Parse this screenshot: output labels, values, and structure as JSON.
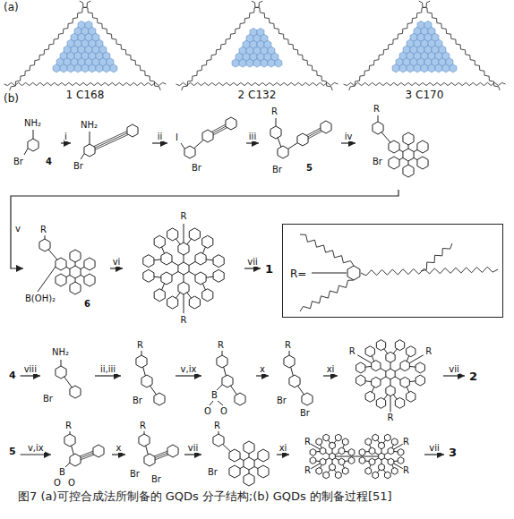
{
  "diagram": {
    "caption": "图7 (a)可控合成法所制备的 GQDs 分子结构;(b) GQDs 的制备过程[51]",
    "nodes": [
      {
        "text": [
          "1 C168"
        ]
      },
      {
        "text": [
          "2 C132"
        ]
      },
      {
        "text": [
          "3 C170"
        ]
      },
      {
        "text": [
          "NH₂",
          "Br",
          "4"
        ]
      },
      {
        "text": [
          "NH₂",
          "Br"
        ]
      },
      {
        "text": [
          "I",
          "Br"
        ]
      },
      {
        "text": [
          "R",
          "Br",
          "5"
        ]
      },
      {
        "text": [
          "R",
          "Br"
        ]
      },
      {
        "text": [
          "R",
          "B(OH)₂",
          "6"
        ]
      },
      {
        "text": [
          "R",
          "R"
        ]
      },
      {
        "text": [
          "1"
        ]
      },
      {
        "text": [
          "R="
        ]
      },
      {
        "text": [
          "4"
        ]
      },
      {
        "text": [
          "NH₂",
          "Br"
        ]
      },
      {
        "text": [
          "R",
          "Br"
        ]
      },
      {
        "text": [
          "R",
          "B",
          "O",
          "O"
        ]
      },
      {
        "text": [
          "R",
          "Br",
          "Br"
        ]
      },
      {
        "text": [
          "R",
          "R",
          "R"
        ]
      },
      {
        "text": [
          "2"
        ]
      },
      {
        "text": [
          "5"
        ]
      },
      {
        "text": [
          "R",
          "B",
          "O",
          "O"
        ]
      },
      {
        "text": [
          "R",
          "Br",
          "Br"
        ]
      },
      {
        "text": [
          "R",
          "Br"
        ]
      },
      {
        "text": [
          "R",
          "R",
          "R",
          "R"
        ]
      },
      {
        "text": [
          "3"
        ]
      }
    ],
    "edges": [
      {
        "from": 3,
        "to": 4,
        "arrow": "to",
        "label": "i"
      },
      {
        "from": 4,
        "to": 5,
        "arrow": "to",
        "label": "ii"
      },
      {
        "from": 5,
        "to": 6,
        "arrow": "to",
        "label": "iii"
      },
      {
        "from": 6,
        "to": 7,
        "arrow": "to",
        "label": "iv"
      },
      {
        "from": 7,
        "to": 8,
        "arrow": "to",
        "label": "v"
      },
      {
        "from": 8,
        "to": 9,
        "arrow": "to",
        "label": "vi"
      },
      {
        "from": 9,
        "to": 10,
        "arrow": "to",
        "label": "vii"
      },
      {
        "from": 12,
        "to": 13,
        "arrow": "to",
        "label": "viii"
      },
      {
        "from": 13,
        "to": 14,
        "arrow": "to",
        "label": "ii,iii"
      },
      {
        "from": 14,
        "to": 15,
        "arrow": "to",
        "label": "v,ix"
      },
      {
        "from": 15,
        "to": 16,
        "arrow": "to",
        "label": "x"
      },
      {
        "from": 16,
        "to": 17,
        "arrow": "to",
        "label": "xi"
      },
      {
        "from": 17,
        "to": 18,
        "arrow": "to",
        "label": "vii"
      },
      {
        "from": 19,
        "to": 20,
        "arrow": "to",
        "label": "v,ix"
      },
      {
        "from": 20,
        "to": 21,
        "arrow": "to",
        "label": "x"
      },
      {
        "from": 21,
        "to": 22,
        "arrow": "to",
        "label": "vii"
      },
      {
        "from": 22,
        "to": 23,
        "arrow": "to",
        "label": "xi"
      },
      {
        "from": 23,
        "to": 24,
        "arrow": "to",
        "label": "vii"
      }
    ],
    "labels": [
      "(a)",
      "(b)"
    ]
  }
}
